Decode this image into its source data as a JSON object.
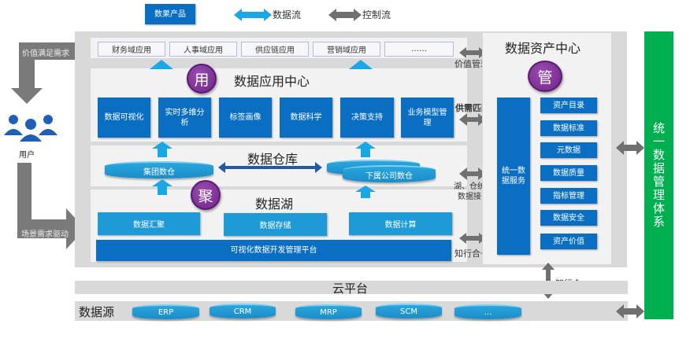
{
  "legend": {
    "product_label": "数果产品",
    "data_flow_label": "数据流",
    "control_flow_label": "控制流"
  },
  "colors": {
    "product_blue": "#0a6fc2",
    "light_blue": "#1e9ad6",
    "data_flow_arrow": "#1aa7e6",
    "control_flow_arrow": "#707070",
    "purple_circle": "#7a2b93",
    "governance_green": "#00b050",
    "panel_gray": "#d9d9d9"
  },
  "left": {
    "value_label": "价值满足需求",
    "user_label": "用户",
    "scenario_label": "场景需求驱动"
  },
  "apps": [
    "财务域应用",
    "人事域应用",
    "供应链应用",
    "营销域应用",
    "……"
  ],
  "application_center": {
    "badge": "用",
    "title": "数据应用中心",
    "items": [
      "数据可视化",
      "实时多维分析",
      "标签画像",
      "数据科学",
      "决策支持",
      "业务模型管理"
    ]
  },
  "warehouse": {
    "title": "数据仓库",
    "group_dw": "集团数仓",
    "sub_dw": "下属公司数仓"
  },
  "lake": {
    "badge": "聚",
    "title": "数据湖",
    "items": [
      "数据汇聚",
      "数据存储",
      "数据计算"
    ],
    "platform": "可视化数据开发管理平台"
  },
  "connectors": {
    "value_mgmt": "价值管理",
    "supply_demand": "供需匹配",
    "unified_interface": "湖、仓统一数据接口",
    "knowledge_action": "知行合一",
    "knowledge_action_2": "知行合一"
  },
  "asset_center": {
    "title": "数据资产中心",
    "badge": "管",
    "service": "统一数据服务",
    "items": [
      "资产目录",
      "数据标准",
      "元数据",
      "数据质量",
      "指标管理",
      "数据安全",
      "资产价值"
    ]
  },
  "cloud": {
    "label": "云平台"
  },
  "sources": {
    "label": "数据源",
    "items": [
      "ERP",
      "CRM",
      "MRP",
      "SCM",
      "..."
    ]
  },
  "governance": {
    "label": "统一数据管理体系"
  }
}
